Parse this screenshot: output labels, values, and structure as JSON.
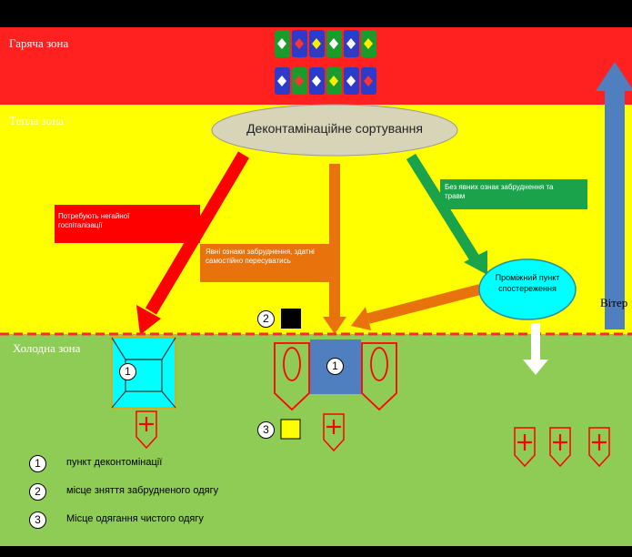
{
  "zones": {
    "hot": "Гаряча зона",
    "warm": "Тепла зона",
    "cold": "Холодна зона"
  },
  "sorting_label": "Деконтамінаційне сортування",
  "arrows": {
    "red": "Потребують негайної госпіталізації",
    "orange": "Явні ознаки забруднення, здатні самостійно пересуватись",
    "green": "Без явних ознак забруднення та травм"
  },
  "observation": "Проміжний пункт спостереження",
  "wind": "Вітер",
  "markers": {
    "one": "1",
    "two": "2",
    "three": "3"
  },
  "legend": [
    {
      "num": "1",
      "text": "пункт деконтомінації"
    },
    {
      "num": "2",
      "text": "місце зняття забрудненого одягу"
    },
    {
      "num": "3",
      "text": "Місце одягання чистого одягу"
    }
  ],
  "colors": {
    "hot": "#ff2020",
    "warm": "#ffff00",
    "cold": "#8fcc55",
    "red_arrow": "#ff0000",
    "orange_arrow": "#e8720c",
    "green_arrow": "#1aa34a",
    "wind_arrow": "#4f7fbf"
  }
}
